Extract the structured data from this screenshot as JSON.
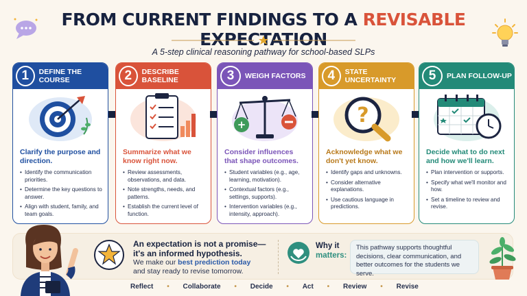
{
  "header": {
    "title_part1": "FROM CURRENT FINDINGS TO A ",
    "title_accent": "REVISABLE",
    "title_part2": " EXPECTATION",
    "subtitle": "A 5-step clinical reasoning pathway for school-based SLPs"
  },
  "colors": {
    "step1": "#1f4fa0",
    "step2": "#d9533a",
    "step3": "#7b55b8",
    "step4": "#d89a2a",
    "step5": "#238a78"
  },
  "steps": [
    {
      "number": "1",
      "title": "DEFINE THE COURSE",
      "icon": "target-icon",
      "lead": "Clarify the purpose and direction.",
      "bullets": [
        "Identify the communication priorities.",
        "Determine the key questions to answer.",
        "Align with student, family, and team goals."
      ]
    },
    {
      "number": "2",
      "title": "DESCRIBE BASELINE",
      "icon": "clipboard-chart-icon",
      "lead": "Summarize what we know right now.",
      "bullets": [
        "Review assessments, observations, and data.",
        "Note strengths, needs, and patterns.",
        "Establish the current level of function."
      ]
    },
    {
      "number": "3",
      "title": "WEIGH FACTORS",
      "icon": "balance-scale-icon",
      "lead": "Consider influences that shape outcomes.",
      "bullets": [
        "Student variables (e.g., age, learning, motivation).",
        "Contextual factors (e.g., settings, supports).",
        "Intervention variables (e.g., intensity, approach)."
      ]
    },
    {
      "number": "4",
      "title": "STATE UNCERTAINTY",
      "icon": "magnifier-question-icon",
      "lead": "Acknowledge what we don't yet know.",
      "bullets": [
        "Identify gaps and unknowns.",
        "Consider alternative explanations.",
        "Use cautious language in predictions."
      ]
    },
    {
      "number": "5",
      "title": "PLAN FOLLOW-UP",
      "icon": "calendar-clock-icon",
      "lead": "Decide what to do next and how we'll learn.",
      "bullets": [
        "Plan intervention or supports.",
        "Specify what we'll monitor and how.",
        "Set a timeline to review and revise."
      ]
    }
  ],
  "footer": {
    "promise_line1": "An expectation is not a promise—",
    "promise_line2": "it's an informed hypothesis.",
    "promise_line3_pre": "We make our ",
    "promise_line3_hl": "best prediction today",
    "promise_line4": "and stay ready to revise tomorrow.",
    "why_line1": "Why it",
    "why_line2": "matters:",
    "matters_text": "This pathway supports thoughtful decisions, clear communication, and better outcomes for the students we serve.",
    "cycle": [
      "Reflect",
      "Collaborate",
      "Decide",
      "Act",
      "Review",
      "Revise"
    ]
  }
}
